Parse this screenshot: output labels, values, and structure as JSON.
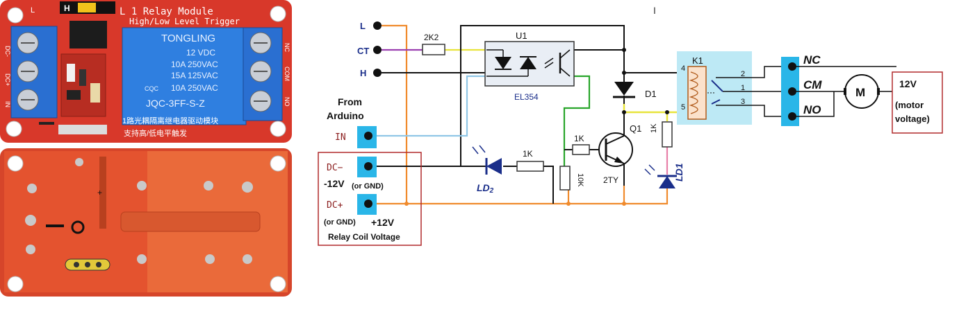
{
  "board_top": {
    "jumper_label": "H",
    "title_line1": "L 1 Relay Module",
    "title_line2": "High/Low Level Trigger",
    "relay_brand": "TONGLING",
    "relay_specs": [
      "12 VDC",
      "10A 250VAC",
      "15A 125VAC",
      "10A 250VAC"
    ],
    "relay_model": "JQC-3FF-S-Z",
    "cqc_mark": "CQC",
    "chinese_line1": "1路光耦隔离继电器驱动模块",
    "chinese_line2": "支持高/低电平触发",
    "left_pins": [
      "DC-",
      "DC+",
      "IN"
    ],
    "right_pins": [
      "NC",
      "COM",
      "NO"
    ]
  },
  "schematic": {
    "inputs": {
      "L": "L",
      "CT": "CT",
      "H": "H",
      "from": "From",
      "arduino": "Arduino",
      "in": "IN",
      "dc_minus": "DC−",
      "dc_plus": "DC+",
      "neg12": "-12V",
      "or_gnd_1": "(or GND)",
      "or_gnd_2": "(or GND)",
      "pos12": "+12V",
      "coil_voltage": "Relay Coil Voltage"
    },
    "components": {
      "r_2k2": "2K2",
      "u1": "U1",
      "el354": "EL354",
      "d1": "D1",
      "q1": "Q1",
      "r_1k_base": "1K",
      "r_1k_ld2": "1K",
      "r_1k_ld1": "1K",
      "r_10k": "10K",
      "q_type": "2TY",
      "ld2": "LD",
      "ld2_sub": "2",
      "ld1": "LD1",
      "k1": "K1",
      "pin4": "4",
      "pin2": "2",
      "pin1": "1",
      "pin3": "3",
      "pin5": "5",
      "cursor": "I"
    },
    "outputs": {
      "nc": "NC",
      "cm": "CM",
      "no": "NO",
      "motor": "M",
      "v12": "12V",
      "motor_voltage_1": "(motor",
      "motor_voltage_2": "voltage)"
    }
  },
  "colors": {
    "board_red": "#d8382a",
    "terminal_blue": "#2a6fd1",
    "wire_orange": "#f08a2c",
    "wire_purple": "#9b3fb0",
    "wire_yellow": "#e8e43a",
    "wire_lightblue": "#8fc6e6",
    "wire_green": "#28a52a",
    "connector_cyan": "#2ab6e8",
    "box_red": "#b0282a"
  }
}
